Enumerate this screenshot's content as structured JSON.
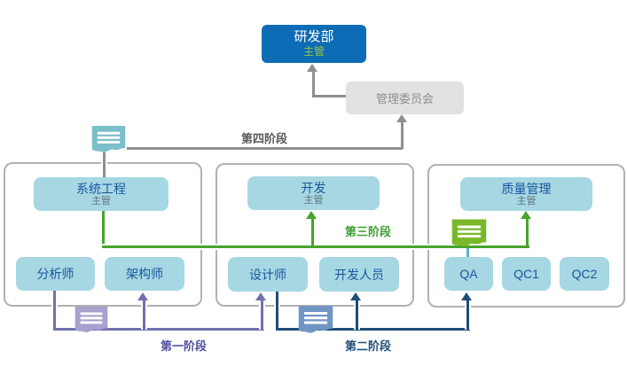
{
  "root": {
    "title": "研发部",
    "subtitle": "主管"
  },
  "committee": {
    "label": "管理委员会"
  },
  "phases": {
    "p1": {
      "label": "第一阶段"
    },
    "p2": {
      "label": "第二阶段"
    },
    "p3": {
      "label": "第三阶段"
    },
    "p4": {
      "label": "第四阶段"
    }
  },
  "groups": [
    {
      "title": "系统工程",
      "subtitle": "主管",
      "members": [
        "分析师",
        "架构师"
      ]
    },
    {
      "title": "开发",
      "subtitle": "主管",
      "members": [
        "设计师",
        "开发人员"
      ]
    },
    {
      "title": "质量管理",
      "subtitle": "主管",
      "members": [
        "QA",
        "QC1",
        "QC2"
      ]
    }
  ],
  "colors": {
    "root_box": "#0d6cb5",
    "root_subtitle": "#9bc83a",
    "committee_box": "#e2e2e2",
    "committee_text": "#8e8e8e",
    "node_box": "#a7d7e3",
    "node_title": "#19579e",
    "node_subtitle": "#5e7280",
    "container_border": "#b1b1b1",
    "gray_line": "#8f8f8f",
    "phase1_line": "#7170af",
    "phase1_label": "#4f50a0",
    "phase1_icon": "#a8a1ce",
    "phase2_line": "#1f4e79",
    "phase2_label": "#1f4e79",
    "phase2_icon": "#7195c3",
    "phase3_line": "#46a42c",
    "phase3_label": "#3f9e33",
    "phase3_icon": "#79b829",
    "phase4_line": "#8f8f8f",
    "phase4_label": "#595959",
    "phase4_icon": "#7bbfca",
    "qa_stub": "#54b6d8"
  }
}
